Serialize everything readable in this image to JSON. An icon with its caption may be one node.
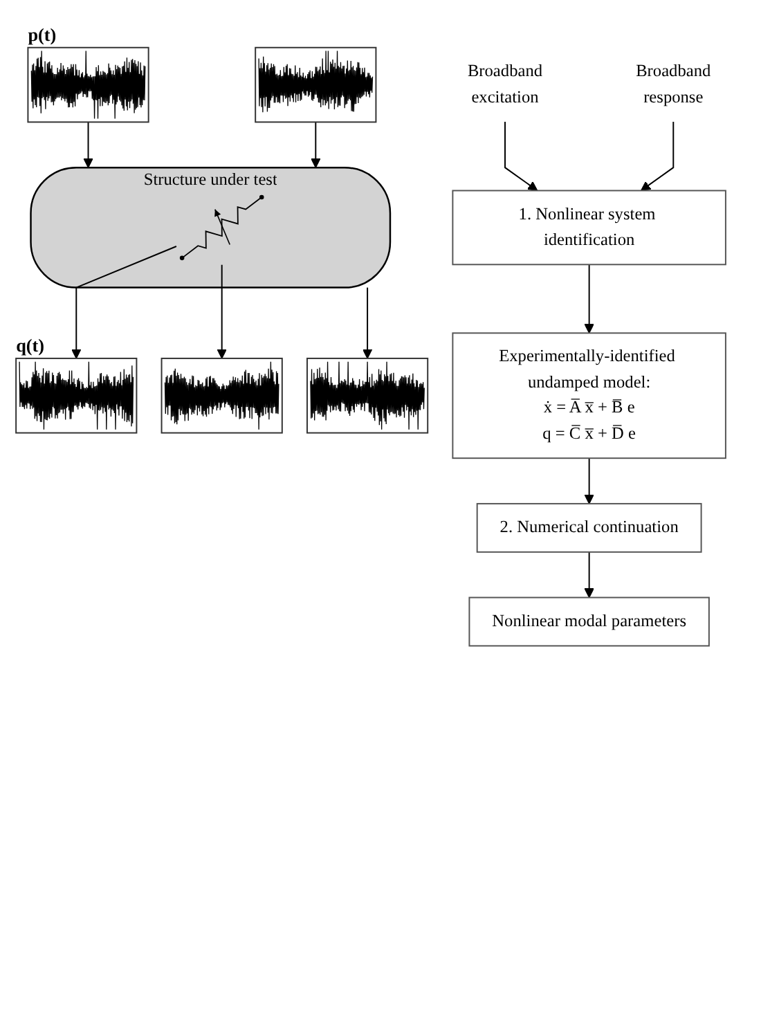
{
  "diagram": {
    "nodes": [
      {
        "text": [],
        "shape": "picture",
        "beside": [
          "p(t)"
        ]
      },
      {
        "text": [],
        "shape": "picture"
      },
      {
        "text": [
          "Structure under test"
        ]
      },
      {
        "text": [],
        "shape": "picture",
        "in": 2
      },
      {
        "text": [],
        "shape": "picture",
        "beside": [
          "q(t)"
        ]
      },
      {
        "text": [],
        "shape": "picture"
      },
      {
        "text": [],
        "shape": "picture"
      },
      {
        "text": [
          "Broadband excitation"
        ]
      },
      {
        "text": [
          "1. Nonlinear system identification"
        ]
      },
      {
        "text": [
          "Broadband response"
        ]
      },
      {
        "text": [
          "Experimentally-identified undamped model:",
          "ẋ = A̅ x̅ + B̅ e",
          "q = C̅ x̅ + D̅ e"
        ]
      },
      {
        "text": [
          "2. Numerical continuation"
        ]
      },
      {
        "text": [
          "Nonlinear modal parameters"
        ]
      }
    ],
    "edges": [
      {
        "from": 0,
        "to": 2,
        "arrow": "to"
      },
      {
        "from": 1,
        "to": 2,
        "arrow": "to"
      },
      {
        "from": 3,
        "to": 4,
        "arrow": "to"
      },
      {
        "from": 3,
        "to": 5,
        "arrow": "to"
      },
      {
        "from": 2,
        "to": 6,
        "arrow": "to"
      },
      {
        "from": 7,
        "to": 8,
        "arrow": "to"
      },
      {
        "from": 9,
        "to": 8,
        "arrow": "to"
      },
      {
        "from": 8,
        "to": 10,
        "arrow": "to"
      },
      {
        "from": 10,
        "to": 11,
        "arrow": "to"
      },
      {
        "from": 11,
        "to": 12,
        "arrow": "to"
      }
    ]
  }
}
